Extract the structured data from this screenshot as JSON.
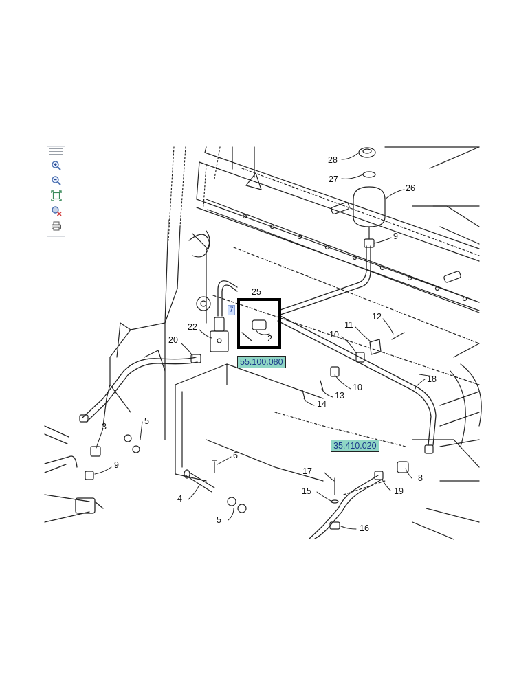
{
  "toolbar": {
    "items": [
      {
        "icon": "zoom-in-icon"
      },
      {
        "icon": "zoom-out-icon"
      },
      {
        "icon": "fit-to-screen-icon"
      },
      {
        "icon": "reset-zoom-icon"
      },
      {
        "icon": "print-icon"
      }
    ]
  },
  "references": {
    "ref_a": "55.100.080",
    "ref_b": "35.410.020",
    "hotspot": "7"
  },
  "callouts": {
    "c28": "28",
    "c27": "27",
    "c26": "26",
    "c9a": "9",
    "c25": "25",
    "c2": "2",
    "c22": "22",
    "c20": "20",
    "c11": "11",
    "c12": "12",
    "c10a": "10",
    "c10b": "10",
    "c13": "13",
    "c14": "14",
    "c18": "18",
    "c3": "3",
    "c5a": "5",
    "c9b": "9",
    "c6": "6",
    "c4": "4",
    "c5b": "5",
    "c17": "17",
    "c15": "15",
    "c16": "16",
    "c19": "19",
    "c8": "8"
  },
  "colors": {
    "line": "#222222",
    "label_bg": "#8fd6c5",
    "label_text": "#1a3a8a",
    "selection": "#000000"
  }
}
